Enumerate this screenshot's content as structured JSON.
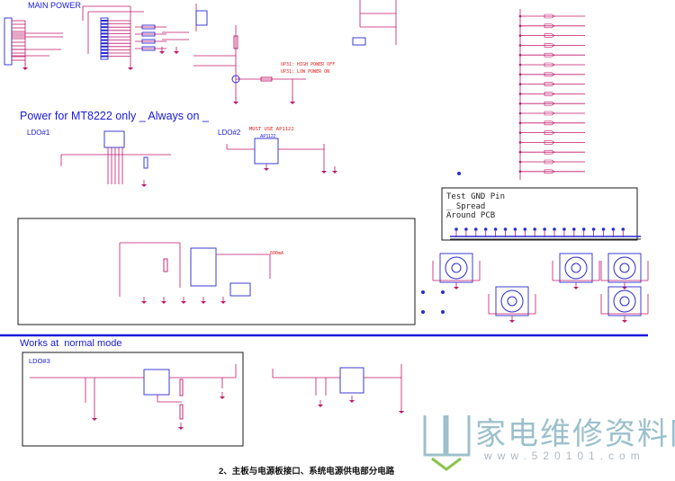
{
  "sections": {
    "main_power": "MAIN POWER",
    "power_title": "Power for MT8222 only _ Always on _",
    "ldo1": "LDO#1",
    "ldo2": "LDO#2",
    "ldo2_note": "MUST USE AP1122",
    "ldo2_chip": "AP1122",
    "up31_off": "UP31: HIGH POWER OFF",
    "up31_on": "UP31: LOW POWER ON",
    "current_note": "600mA",
    "test_gnd": [
      "Test GND Pin",
      "_ Spread",
      "Around PCB"
    ],
    "normal_title": "Works at  normal mode",
    "ldo3": "LDO#3",
    "caption": "2、主板与电源板接口、系统电源供电部分电路"
  },
  "watermark": {
    "name": "家电维修资料网",
    "url": "www.520101.com"
  },
  "colors": {
    "wire": "#c0186a",
    "part": "#2a2ad0",
    "title": "#1a1adc",
    "note": "#e02020"
  }
}
